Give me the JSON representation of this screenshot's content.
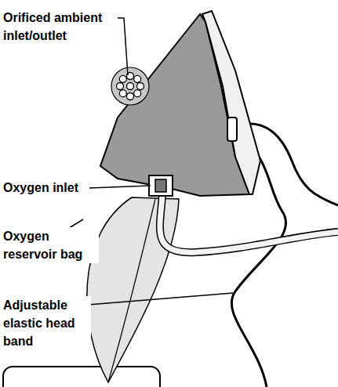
{
  "diagram": {
    "labels": [
      "Orificed ambient inlet/outlet",
      "Oxygen inlet",
      "Oxygen reservoir bag",
      "Adjustable elastic head band"
    ]
  }
}
